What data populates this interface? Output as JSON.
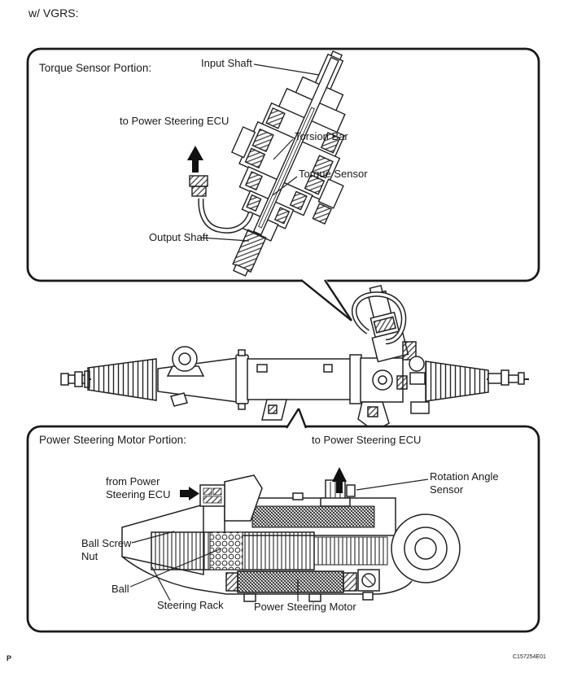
{
  "page": {
    "header": "w/ VGRS:",
    "footer_left": "P",
    "footer_right": "C157254E01",
    "ink_color": "#1a1a1a",
    "background_color": "#ffffff"
  },
  "torque_box": {
    "title": "Torque Sensor Portion:",
    "labels": {
      "input_shaft": "Input Shaft",
      "to_ecu": "to Power Steering ECU",
      "torsion_bar": "Torsion Bar",
      "torque_sensor": "Torque Sensor",
      "output_shaft": "Output Shaft"
    }
  },
  "motor_box": {
    "title": "Power Steering Motor Portion:",
    "labels": {
      "to_ecu": "to Power Steering ECU",
      "from_ecu": "from Power\nSteering ECU",
      "rotation_angle_sensor": "Rotation Angle\nSensor",
      "ball_screw_nut": "Ball Screw\nNut",
      "ball": "Ball",
      "steering_rack": "Steering Rack",
      "power_steering_motor": "Power Steering Motor"
    }
  }
}
